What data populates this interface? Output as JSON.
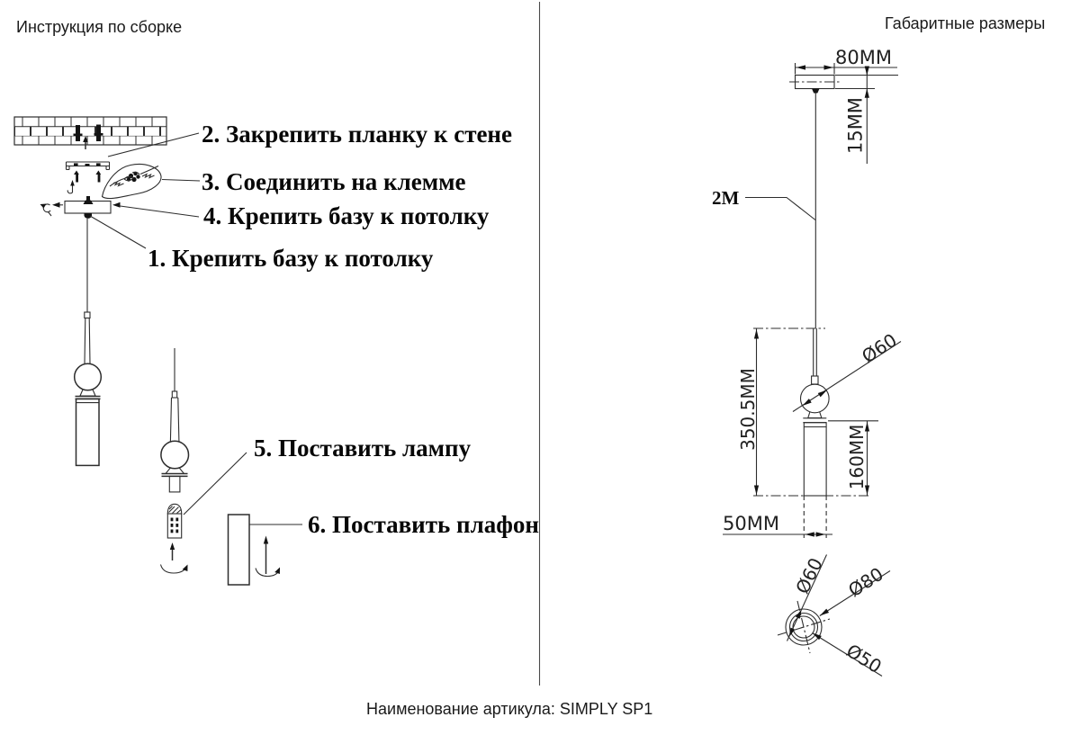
{
  "titles": {
    "left": "Инструкция по сборке",
    "right": "Габаритные размеры"
  },
  "steps": [
    {
      "label": "2. Закрепить планку к стене"
    },
    {
      "label": "3. Соединить на клемме"
    },
    {
      "label": "4. Крепить базу к потолку"
    },
    {
      "label": "1. Крепить базу к потолку"
    },
    {
      "label": "5. Поставить лампу"
    },
    {
      "label": "6. Поставить плафон"
    }
  ],
  "dims": {
    "canopy_width": "80MM",
    "canopy_height": "15MM",
    "cord_length": "2M",
    "lamp_height": "350.5MM",
    "shade_height": "160MM",
    "shade_width": "50MM",
    "ball_d": "Ø60",
    "bottom_d60": "Ø60",
    "bottom_d80": "Ø80",
    "bottom_d50": "Ø50"
  },
  "footer": "Наименование артикула: SIMPLY SP1"
}
